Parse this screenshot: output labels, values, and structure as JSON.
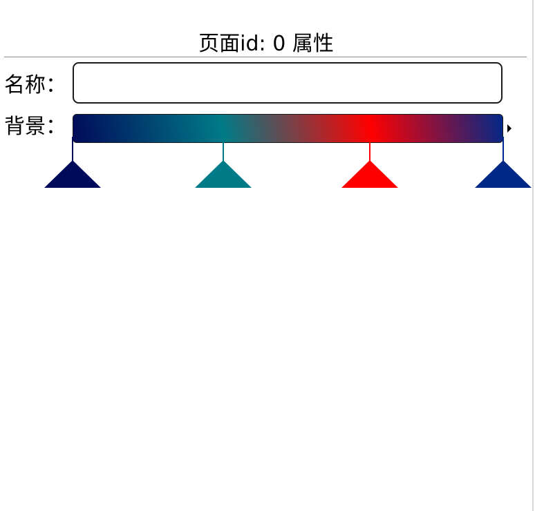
{
  "header": {
    "title": "页面id: 0 属性"
  },
  "form": {
    "name_label": "名称：",
    "name_value": "",
    "background_label": "背景："
  },
  "gradient": {
    "angle_deg": 80,
    "stops": [
      {
        "position": 0.0,
        "color": "#000a5a"
      },
      {
        "position": 0.35,
        "color": "#007b87"
      },
      {
        "position": 0.69,
        "color": "#ff0000"
      },
      {
        "position": 1.0,
        "color": "#002888"
      }
    ]
  },
  "icons": {
    "expand": "caret-right-icon",
    "stop_handle": "triangle-up-icon"
  }
}
